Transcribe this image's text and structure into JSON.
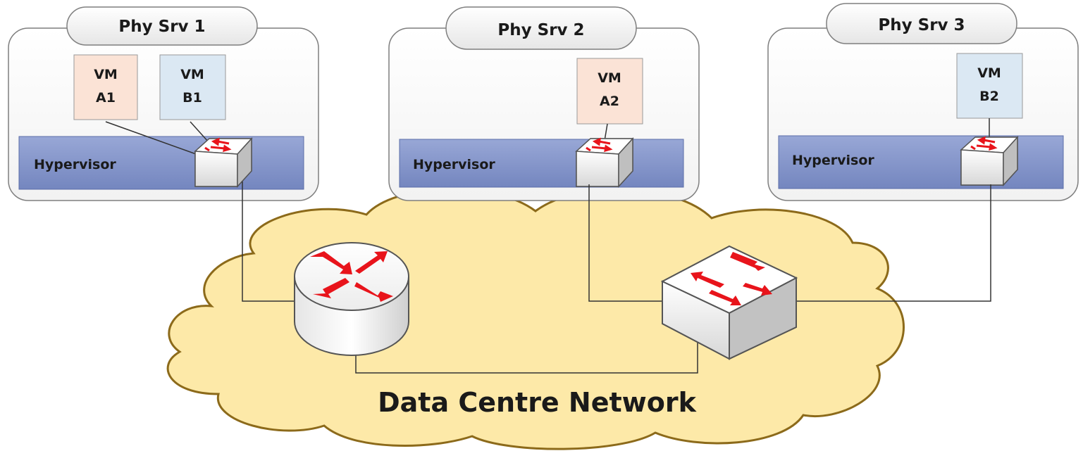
{
  "servers": [
    {
      "title": "Phy Srv 1",
      "hypervisor": "Hypervisor",
      "vms": [
        {
          "line1": "VM",
          "line2": "A1",
          "color": "#fbe3d6"
        },
        {
          "line1": "VM",
          "line2": "B1",
          "color": "#dbe8f3"
        }
      ]
    },
    {
      "title": "Phy Srv 2",
      "hypervisor": "Hypervisor",
      "vms": [
        {
          "line1": "VM",
          "line2": "A2",
          "color": "#fbe3d6"
        }
      ]
    },
    {
      "title": "Phy Srv 3",
      "hypervisor": "Hypervisor",
      "vms": [
        {
          "line1": "VM",
          "line2": "B2",
          "color": "#dbe8f3"
        }
      ]
    }
  ],
  "network": {
    "label": "Data Centre Network"
  },
  "colors": {
    "cloud_fill": "#fde9a8",
    "cloud_stroke": "#8c6a1a",
    "hypervisor_fill": "#8496c8",
    "arrow_red": "#e8141b"
  }
}
